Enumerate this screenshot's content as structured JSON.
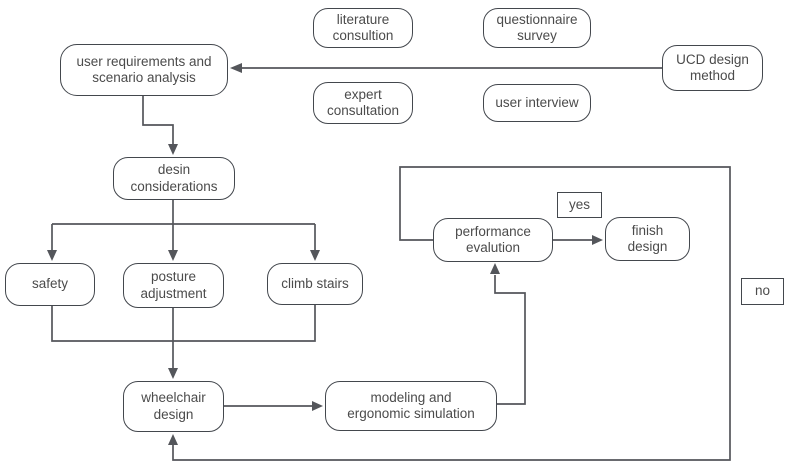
{
  "nodes": {
    "user_requirements": {
      "label": "user requirements and\nscenario analysis"
    },
    "literature_consultion": {
      "label": "literature\nconsultion"
    },
    "questionnaire_survey": {
      "label": "questionnaire\nsurvey"
    },
    "ucd_design_method": {
      "label": "UCD design\nmethod"
    },
    "expert_consultation": {
      "label": "expert\nconsultation"
    },
    "user_interview": {
      "label": "user interview"
    },
    "desin_considerations": {
      "label": "desin\nconsiderations"
    },
    "safety": {
      "label": "safety"
    },
    "posture_adjustment": {
      "label": "posture\nadjustment"
    },
    "climb_stairs": {
      "label": "climb stairs"
    },
    "wheelchair_design": {
      "label": "wheelchair\ndesign"
    },
    "modeling_simulation": {
      "label": "modeling and\nergonomic simulation"
    },
    "performance_evalution": {
      "label": "performance\nevalution"
    },
    "finish_design": {
      "label": "finish\ndesign"
    },
    "yes_label": {
      "label": "yes"
    },
    "no_label": {
      "label": "no"
    }
  },
  "colors": {
    "border": "#43474d",
    "line": "#54565b",
    "text": "#4b4b4b",
    "background": "#ffffff"
  }
}
